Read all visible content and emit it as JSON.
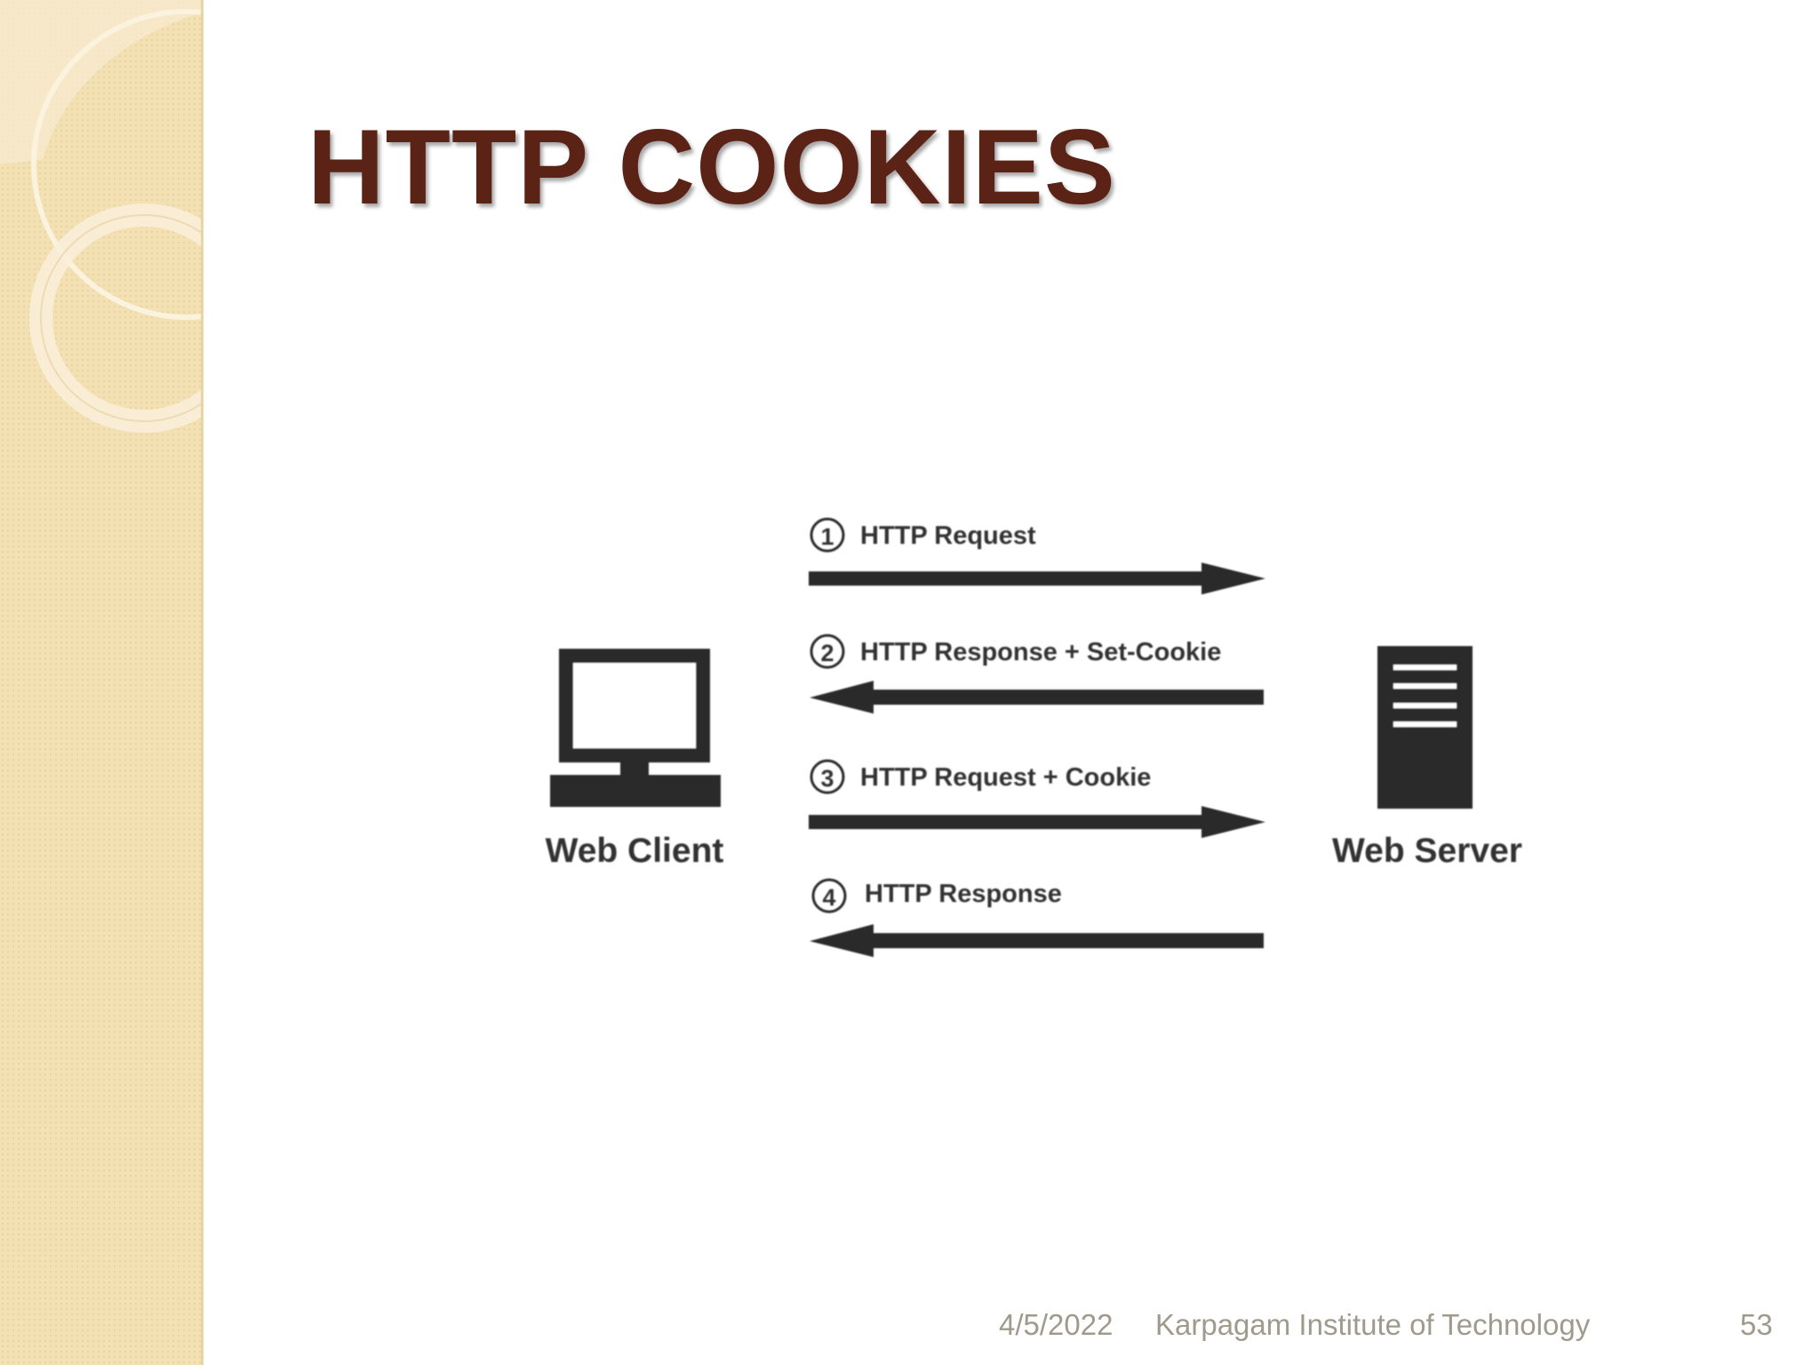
{
  "slide": {
    "title": "HTTP COOKIES"
  },
  "diagram": {
    "client_label": "Web Client",
    "server_label": "Web Server",
    "client_icon": "computer-monitor-icon",
    "server_icon": "server-tower-icon",
    "steps": [
      {
        "number": "1",
        "label": "HTTP Request",
        "direction": "client-to-server"
      },
      {
        "number": "2",
        "label": "HTTP Response + Set-Cookie",
        "direction": "server-to-client"
      },
      {
        "number": "3",
        "label": "HTTP Request + Cookie",
        "direction": "client-to-server"
      },
      {
        "number": "4",
        "label": "HTTP Response",
        "direction": "server-to-client"
      }
    ]
  },
  "footer": {
    "date": "4/5/2022",
    "organization": "Karpagam Institute of Technology",
    "page_number": "53"
  },
  "colors": {
    "title": "#5b2216",
    "sidebar": "#f3e0b3",
    "diagram_ink": "#2b2b2b",
    "footer_text": "#a09a8c"
  }
}
